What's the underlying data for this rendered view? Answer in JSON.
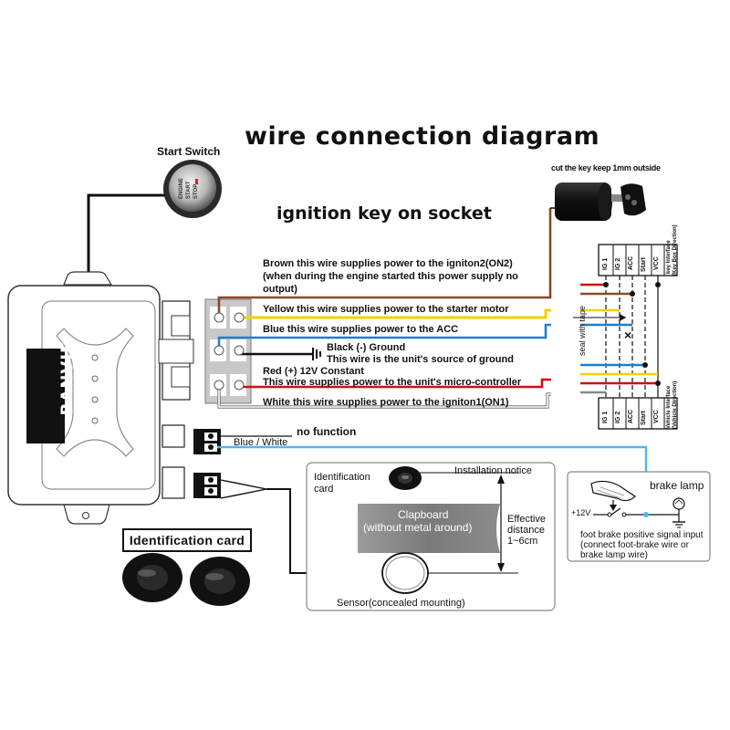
{
  "title": "wire connection diagram",
  "subtitle": "ignition key on socket",
  "start_switch": {
    "label": "Start Switch",
    "button_text": [
      "ENGINE",
      "START",
      "STOP"
    ]
  },
  "module": {
    "brand": "BANVIE"
  },
  "key_cylinder": {
    "note": "cut the key keep 1mm outside"
  },
  "wires": {
    "brown": [
      "Brown  this wire supplies power to the igniton2(ON2)",
      "(when during the engine started this power supply no",
      "output)"
    ],
    "yellow": "Yellow  this wire supplies power to the starter motor",
    "blue": "Blue  this wire supplies power to the ACC",
    "black": [
      "Black (-) Ground",
      "This wire is the unit's source of ground"
    ],
    "red": [
      "Red (+) 12V Constant",
      "This wire supplies power to the unit's micro-controller"
    ],
    "white": "White this wire supplies power to the igniton1(ON1)",
    "no_function": "no function",
    "blue_white": "Blue / White"
  },
  "key_box": {
    "top_labels": [
      "IG 1",
      "IG 2",
      "ACC",
      "Start",
      "VCC",
      "(Key Box Direction)"
    ],
    "bottom_labels": [
      "IG 1",
      "IG 2",
      "ACC",
      "Start",
      "VCC",
      "(Vehicle Direction)"
    ],
    "top_header": "key Interface",
    "bottom_header": "Vehicle Interface",
    "seal_note": "seal with tape"
  },
  "installation": {
    "id_card_label": [
      "Identification",
      "card"
    ],
    "notice": "Installation notice",
    "clapboard": [
      "Clapboard",
      "(without metal around)"
    ],
    "distance": [
      "Effective",
      "distance",
      "1~6cm"
    ],
    "sensor": "Sensor(concealed mounting)"
  },
  "brake": {
    "title": "brake lamp",
    "voltage": "+12V",
    "note": [
      "foot brake positive signal input",
      "(connect foot-brake wire or",
      "brake lamp wire)"
    ]
  },
  "identification_card": {
    "label": "Identification card"
  },
  "colors": {
    "brown": "#8a4a2a",
    "yellow": "#f2d200",
    "blue": "#1e7fd0",
    "red": "#cc1111",
    "white": "#ffffff",
    "black": "#111111",
    "light_blue": "#4fb8e8"
  }
}
